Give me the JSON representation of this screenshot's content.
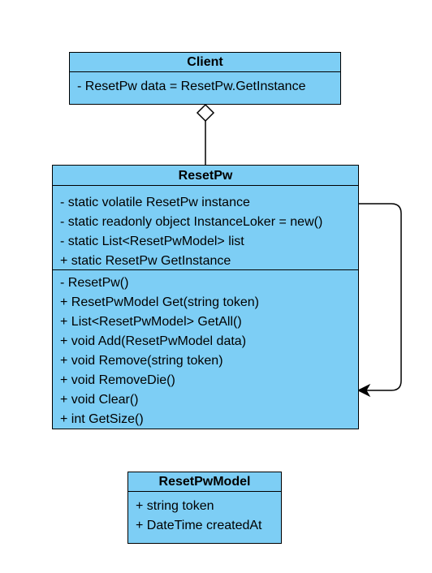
{
  "classes": {
    "client": {
      "name": "Client",
      "attributes": [
        "- ResetPw data = ResetPw.GetInstance"
      ]
    },
    "resetpw": {
      "name": "ResetPw",
      "attributes": [
        "- static volatile ResetPw instance",
        "- static readonly object InstanceLoker = new()",
        "- static List<ResetPwModel> list",
        "+ static ResetPw GetInstance"
      ],
      "methods": [
        "- ResetPw()",
        "+ ResetPwModel Get(string token)",
        "+ List<ResetPwModel> GetAll()",
        "+ void Add(ResetPwModel data)",
        "+ void Remove(string token)",
        "+ void RemoveDie()",
        "+ void Clear()",
        "+ int GetSize()"
      ]
    },
    "resetpwmodel": {
      "name": "ResetPwModel",
      "attributes": [
        "+ string token",
        "+ DateTime createdAt"
      ]
    }
  },
  "relations": [
    {
      "type": "aggregation",
      "from": "Client",
      "to": "ResetPw"
    },
    {
      "type": "self-association",
      "from": "ResetPw",
      "to": "ResetPw"
    }
  ],
  "colors": {
    "class_fill": "#7dcef5",
    "border": "#000000",
    "background": "#ffffff"
  }
}
